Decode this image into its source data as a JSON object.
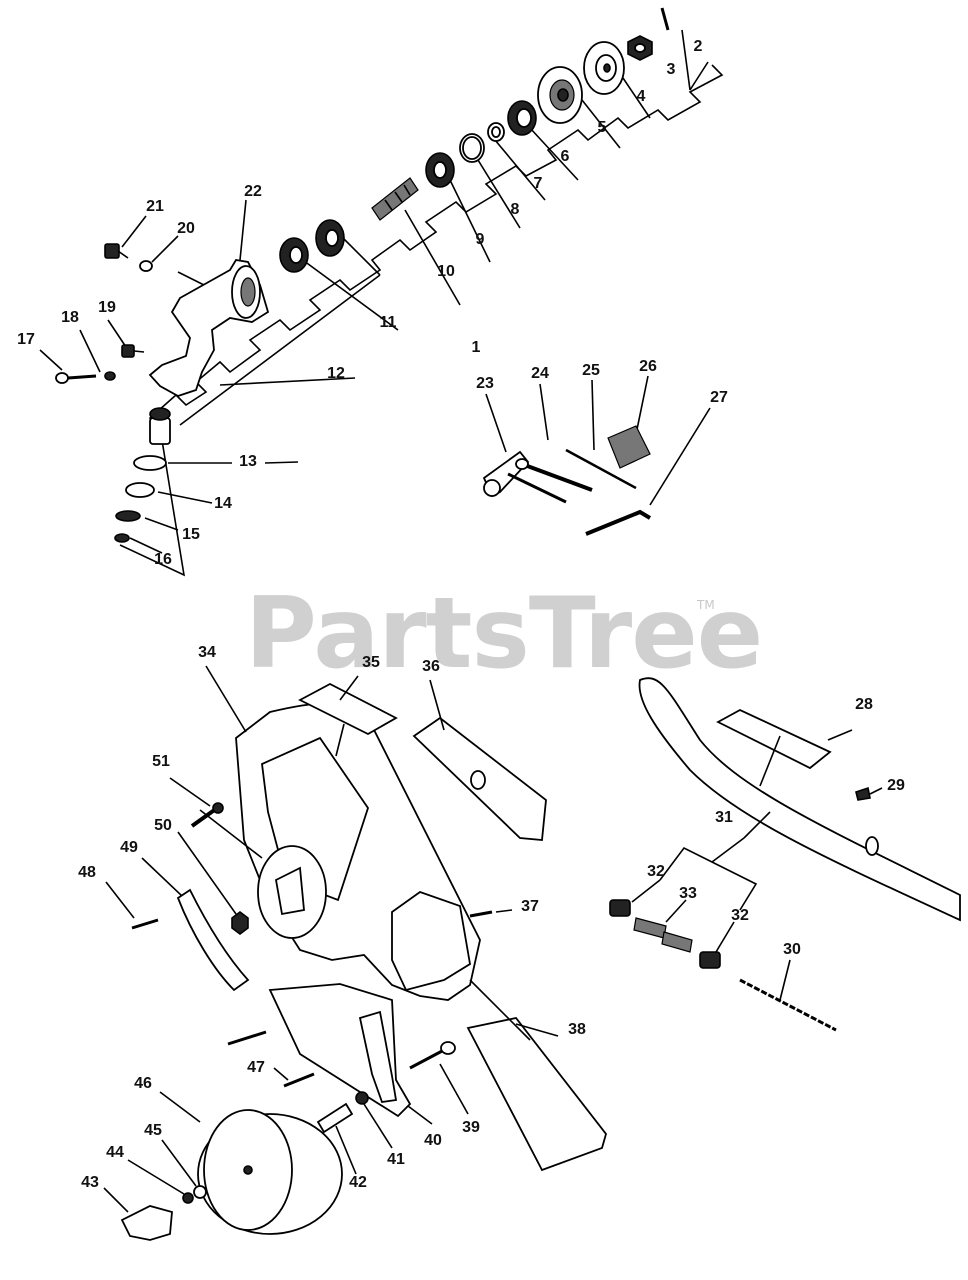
{
  "watermark": {
    "text": "PartsTree",
    "trademark": "TM"
  },
  "callouts": [
    {
      "id": "c1",
      "text": "1"
    },
    {
      "id": "c2",
      "text": "2"
    },
    {
      "id": "c3",
      "text": "3"
    },
    {
      "id": "c4",
      "text": "4"
    },
    {
      "id": "c5",
      "text": "5"
    },
    {
      "id": "c6",
      "text": "6"
    },
    {
      "id": "c7",
      "text": "7"
    },
    {
      "id": "c8",
      "text": "8"
    },
    {
      "id": "c9",
      "text": "9"
    },
    {
      "id": "c10",
      "text": "10"
    },
    {
      "id": "c11",
      "text": "11"
    },
    {
      "id": "c12",
      "text": "12"
    },
    {
      "id": "c13",
      "text": "13"
    },
    {
      "id": "c14",
      "text": "14"
    },
    {
      "id": "c15",
      "text": "15"
    },
    {
      "id": "c16",
      "text": "16"
    },
    {
      "id": "c17",
      "text": "17"
    },
    {
      "id": "c18",
      "text": "18"
    },
    {
      "id": "c19",
      "text": "19"
    },
    {
      "id": "c20",
      "text": "20"
    },
    {
      "id": "c21",
      "text": "21"
    },
    {
      "id": "c22",
      "text": "22"
    },
    {
      "id": "c23",
      "text": "23"
    },
    {
      "id": "c24",
      "text": "24"
    },
    {
      "id": "c25",
      "text": "25"
    },
    {
      "id": "c26",
      "text": "26"
    },
    {
      "id": "c27",
      "text": "27"
    },
    {
      "id": "c28",
      "text": "28"
    },
    {
      "id": "c29",
      "text": "29"
    },
    {
      "id": "c30",
      "text": "30"
    },
    {
      "id": "c31",
      "text": "31"
    },
    {
      "id": "c32a",
      "text": "32"
    },
    {
      "id": "c32b",
      "text": "32"
    },
    {
      "id": "c33",
      "text": "33"
    },
    {
      "id": "c34",
      "text": "34"
    },
    {
      "id": "c35",
      "text": "35"
    },
    {
      "id": "c36",
      "text": "36"
    },
    {
      "id": "c37",
      "text": "37"
    },
    {
      "id": "c38",
      "text": "38"
    },
    {
      "id": "c39",
      "text": "39"
    },
    {
      "id": "c40",
      "text": "40"
    },
    {
      "id": "c41",
      "text": "41"
    },
    {
      "id": "c42",
      "text": "42"
    },
    {
      "id": "c43",
      "text": "43"
    },
    {
      "id": "c44",
      "text": "44"
    },
    {
      "id": "c45",
      "text": "45"
    },
    {
      "id": "c46",
      "text": "46"
    },
    {
      "id": "c47",
      "text": "47"
    },
    {
      "id": "c48",
      "text": "48"
    },
    {
      "id": "c49",
      "text": "49"
    },
    {
      "id": "c50",
      "text": "50"
    },
    {
      "id": "c51",
      "text": "51"
    }
  ]
}
